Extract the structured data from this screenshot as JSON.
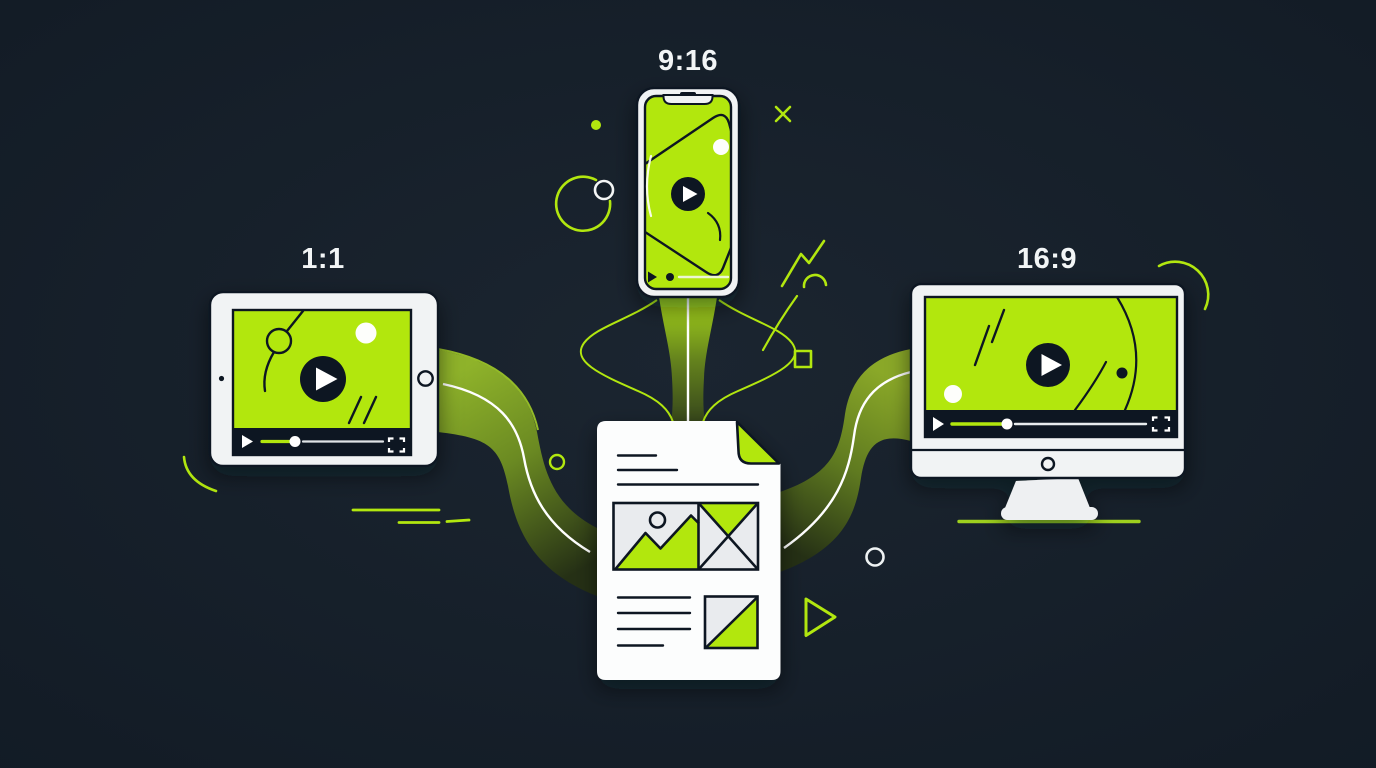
{
  "illustration": {
    "theme": {
      "background": "#141e28",
      "accent_green": "#b2e70f",
      "device_shell": "#f1f3f4",
      "outline_ink": "#0f1722",
      "ribbon_olive": "#6b8a22",
      "progress_grey": "#dfe3e6"
    },
    "devices": {
      "phone": {
        "name": "phone",
        "aspect_label": "9:16"
      },
      "tablet": {
        "name": "tablet",
        "aspect_label": "1:1"
      },
      "monitor": {
        "name": "monitor",
        "aspect_label": "16:9"
      }
    }
  }
}
